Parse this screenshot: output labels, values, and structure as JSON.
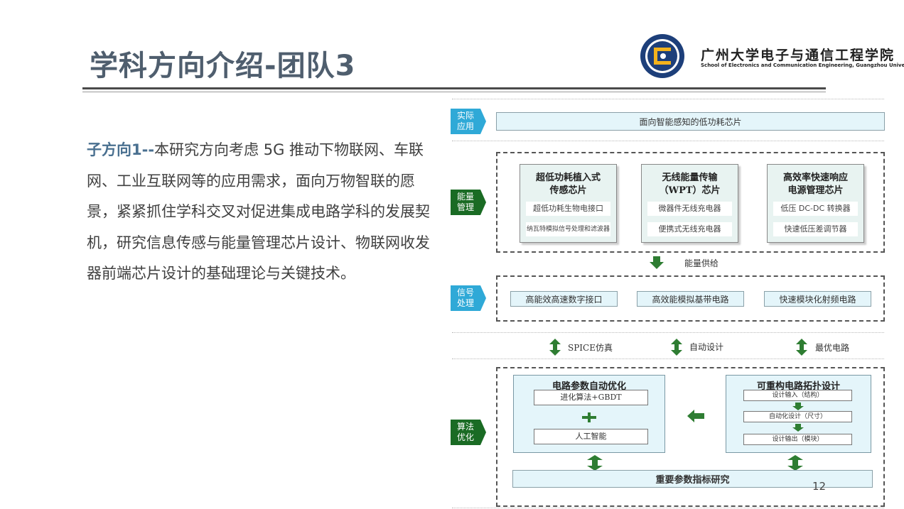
{
  "slide": {
    "title": "学科方向介绍-团队3",
    "page_number": "12"
  },
  "logo": {
    "name_cn": "广州大学电子与通信工程学院",
    "name_en": "School of Electronics and Communication Engineering, Guangzhou University"
  },
  "paragraph": {
    "highlight": "子方向1--",
    "body": "本研究方向考虑 5G 推动下物联网、车联网、工业互联网等的应用需求，面向万物智联的愿景，紧紧抓住学科交叉对促进集成电路学科的发展契机，研究信息传感与能量管理芯片设计、物联网收发器前端芯片设计的基础理论与关键技术。"
  },
  "diagram": {
    "colors": {
      "blue_label": "#2fa9d7",
      "green_label": "#1a6b24",
      "box_fill": "#e4f5fa",
      "arrow_green": "#2e7d32"
    },
    "application": {
      "label": "实际\n应用",
      "content": "面向智能感知的低功耗芯片"
    },
    "energy": {
      "label": "能量\n管理",
      "chips": [
        {
          "title": "超低功耗植入式\n传感芯片",
          "items": [
            "超低功耗生物电接口",
            "纳瓦特模拟信号处理和滤波器"
          ]
        },
        {
          "title": "无线能量传输\n（WPT）芯片",
          "items": [
            "微器件无线充电器",
            "便携式无线充电器"
          ]
        },
        {
          "title": "高效率快速响应\n电源管理芯片",
          "items": [
            "低压 DC-DC 转换器",
            "快速低压差调节器"
          ]
        }
      ],
      "supply_label": "能量供给"
    },
    "signal": {
      "label": "信号\n处理",
      "items": [
        "高能效高速数字接口",
        "高效能模拟基带电路",
        "快速模块化射频电路"
      ]
    },
    "links": [
      "SPICE仿真",
      "自动设计",
      "最优电路"
    ],
    "algorithm": {
      "label": "算法\n优化",
      "left_panel": {
        "title": "电路参数自动优化",
        "top": "进化算法+GBDT",
        "bottom": "人工智能"
      },
      "right_panel": {
        "title": "可重构电路拓扑设计",
        "steps": [
          "设计输入（结构）",
          "自动化设计（尺寸）",
          "设计输出（模块）"
        ]
      },
      "bottom": "重要参数指标研究"
    }
  }
}
